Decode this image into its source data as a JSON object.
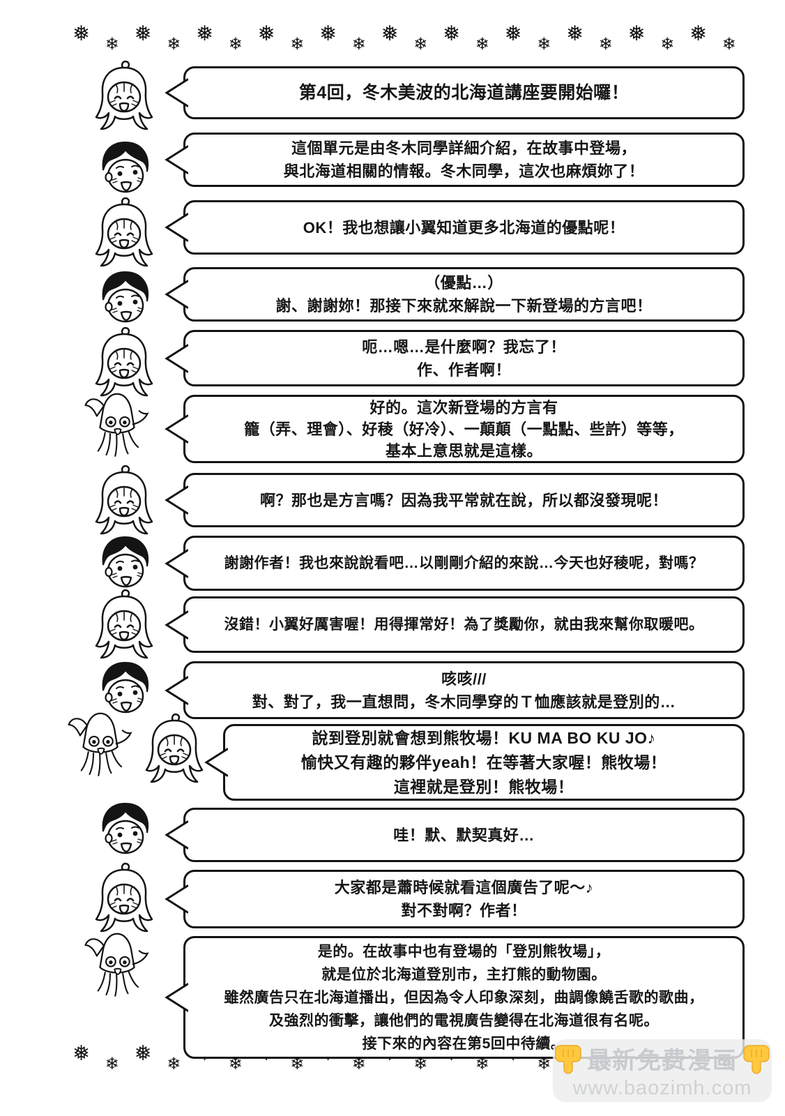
{
  "decorations": {
    "snowflake_a": "❅",
    "snowflake_b": "❄",
    "count": 22
  },
  "watermark": {
    "title": "最新免费漫画",
    "url": "www.baozimh.com",
    "hand_icon": "pointing-down-hand",
    "text_color": "#c7cbcf",
    "hand_color": "#FFC83D"
  },
  "conversation": [
    {
      "speaker": "girl",
      "lines": [
        "第4回，冬木美波的北海道講座要開始囉！"
      ]
    },
    {
      "speaker": "boy",
      "lines": [
        "這個單元是由冬木同學詳細介紹，在故事中登場，",
        "與北海道相關的情報。冬木同學，這次也麻煩妳了！"
      ]
    },
    {
      "speaker": "girl",
      "lines": [
        "OK！我也想讓小翼知道更多北海道的優點呢！"
      ]
    },
    {
      "speaker": "boy",
      "lines": [
        "（優點…）",
        "謝、謝謝妳！那接下來就來解說一下新登場的方言吧！"
      ]
    },
    {
      "speaker": "girl",
      "lines": [
        "呃…嗯…是什麼啊？我忘了！",
        "作、作者啊！"
      ]
    },
    {
      "speaker": "squid",
      "lines": [
        "好的。這次新登場的方言有",
        "籠（弄、理會）、好稜（好冷）、一顛顛（一點點、些許）等等，",
        "基本上意思就是這樣。"
      ]
    },
    {
      "speaker": "girl",
      "lines": [
        "啊？那也是方言嗎？因為我平常就在說，所以都沒發現呢！"
      ]
    },
    {
      "speaker": "boy",
      "lines": [
        "謝謝作者！我也來說說看吧…以剛剛介紹的來說…今天也好稜呢，對嗎？"
      ]
    },
    {
      "speaker": "girl",
      "lines": [
        "沒錯！小翼好厲害喔！用得揮常好！為了獎勵你，就由我來幫你取暖吧。"
      ]
    },
    {
      "speaker": "boy",
      "lines": [
        "咳咳///",
        "對、對了，我一直想問，冬木同學穿的Ｔ恤應該就是登別的…"
      ]
    },
    {
      "speaker": "squid-and-girl",
      "lines": [
        "說到登別就會想到熊牧場！KU MA BO KU JO♪",
        "愉快又有趣的夥伴yeah！在等著大家喔！熊牧場！",
        "這裡就是登別！熊牧場！"
      ]
    },
    {
      "speaker": "boy",
      "lines": [
        "哇！默、默契真好…"
      ]
    },
    {
      "speaker": "girl",
      "lines": [
        "大家都是蕭時候就看這個廣告了呢～♪",
        "對不對啊？作者！"
      ]
    },
    {
      "speaker": "squid",
      "lines": [
        "是的。在故事中也有登場的「登別熊牧場」，",
        "就是位於北海道登別市，主打熊的動物園。",
        "雖然廣告只在北海道播出，但因為令人印象深刻，曲調像饒舌歌的歌曲，",
        "及強烈的衝擊，讓他們的電視廣告變得在北海道很有名呢。",
        "接下來的內容在第5回中待續。"
      ]
    }
  ]
}
